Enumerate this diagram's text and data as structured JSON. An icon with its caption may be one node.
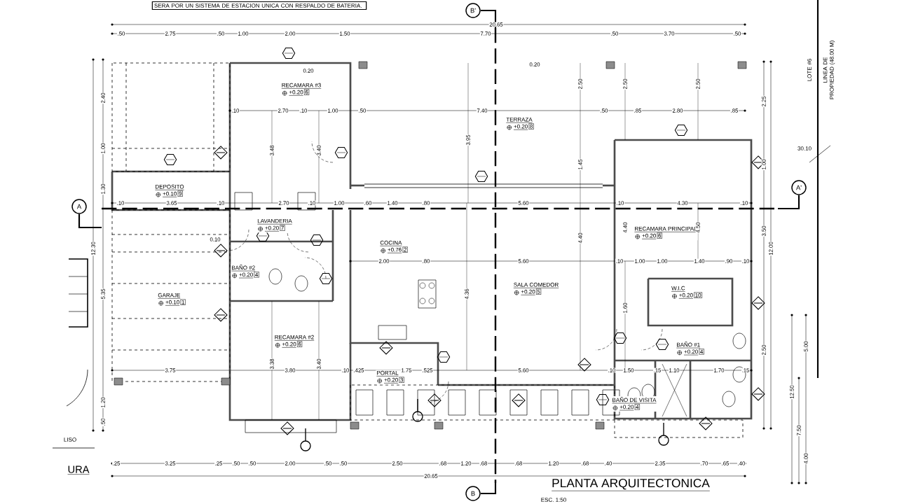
{
  "diagram": {
    "title": "PLANTA ARQUITECTONICA",
    "nodes": [
      {
        "text": [
          "RECAMARA #3",
          "+0.20",
          "6"
        ]
      },
      {
        "text": [
          "TERRAZA",
          "+0.20",
          "8"
        ]
      },
      {
        "text": [
          "DEPOSITO",
          "+0.10",
          "9"
        ]
      },
      {
        "text": [
          "LAVANDERIA",
          "+0.20",
          "7"
        ]
      },
      {
        "text": [
          "COCINA",
          "+0.76",
          "2"
        ]
      },
      {
        "text": [
          "RECAMARA PRINCIPAL",
          "+0.20",
          "6"
        ]
      },
      {
        "text": [
          "BAÑO #2",
          "+0.20",
          "4"
        ]
      },
      {
        "text": [
          "GARAJE",
          "+0.10",
          "1"
        ]
      },
      {
        "text": [
          "SALA COMEDOR",
          "+0.20",
          "5"
        ]
      },
      {
        "text": [
          "W.I.C",
          "+0.20",
          "10"
        ]
      },
      {
        "text": [
          "BAÑO #1",
          "+0.20",
          "4"
        ]
      },
      {
        "text": [
          "RECAMARA #2",
          "+0.20",
          "6"
        ]
      },
      {
        "text": [
          "PORTAL",
          "+0.20",
          "3"
        ]
      },
      {
        "text": [
          "BAÑO DE VISITA",
          "+0.20",
          "4"
        ]
      },
      {
        "text": [
          "SERA POR UN SISTEMA DE ESTACION UNICA CON RESPALDO DE BATERIA."
        ]
      }
    ],
    "labels": [
      "B'",
      "20.65",
      ".50",
      "2.75",
      ".50",
      "1.00",
      "2.00",
      "1.50",
      "7.70",
      ".50",
      "3.70",
      ".50",
      "LOTE #6",
      "LINEA DE PROPIEDAD (48.00 M)",
      "0.20",
      "0.20",
      "2.40",
      "2.25",
      ".10",
      "2.70",
      ".10",
      "1.00",
      ".50",
      "7.40",
      ".50",
      ".85",
      "2.80",
      ".85",
      "3.48",
      "3.40",
      "3.95",
      "2.50",
      "2.50",
      "2.50",
      "1.00",
      "30.10",
      "1.45",
      "1.00",
      "1.30",
      "A'",
      ".10",
      "3.65",
      ".10",
      "2.70",
      ".10",
      "1.00",
      ".60",
      "1.40",
      ".80",
      "5.60",
      ".10",
      "4.30",
      ".10",
      "A",
      "0.10",
      "3.50",
      "12.30",
      "12.00",
      "4.40",
      "4.40",
      "4.50",
      "4.36",
      "2.00",
      ".80",
      "5.60",
      ".10",
      "1.00",
      "1.00",
      "1.40",
      ".90",
      ".10",
      "5.35",
      "1.60",
      "2.50",
      "5.00",
      "3.38",
      "3.40",
      "3.75",
      "3.80",
      ".10",
      ".425",
      "1.75",
      ".525",
      "5.60",
      ".10",
      "1.50",
      ".15",
      "1.10",
      "1.70",
      ".15",
      "12.50",
      "1.20",
      "7.50",
      ".50",
      "LISO",
      "4.00",
      ".25",
      "3.25",
      ".25",
      ".50",
      ".50",
      "2.00",
      ".50",
      ".50",
      "2.50",
      ".68",
      "1.20",
      ".68",
      ".68",
      "1.20",
      ".68",
      ".40",
      "2.35",
      ".70",
      ".65",
      ".40",
      "URA",
      "20.65",
      "B",
      "ESC. 1:50"
    ]
  }
}
